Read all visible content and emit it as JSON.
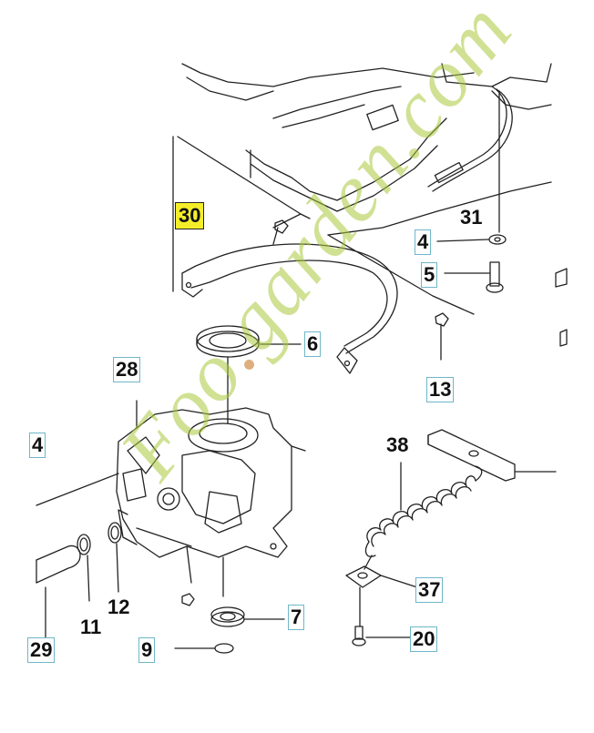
{
  "diagram": {
    "title": "Exploded parts diagram - gearbox housing assembly",
    "callouts": [
      {
        "id": "4a",
        "label": "4"
      },
      {
        "id": "4b",
        "label": "4"
      },
      {
        "id": "5",
        "label": "5"
      },
      {
        "id": "6",
        "label": "6"
      },
      {
        "id": "7",
        "label": "7"
      },
      {
        "id": "9",
        "label": "9"
      },
      {
        "id": "11",
        "label": "11"
      },
      {
        "id": "12",
        "label": "12"
      },
      {
        "id": "13",
        "label": "13"
      },
      {
        "id": "20",
        "label": "20"
      },
      {
        "id": "28",
        "label": "28"
      },
      {
        "id": "29",
        "label": "29"
      },
      {
        "id": "30",
        "label": "30"
      },
      {
        "id": "31",
        "label": "31"
      },
      {
        "id": "37",
        "label": "37"
      },
      {
        "id": "38",
        "label": "38"
      }
    ],
    "watermark": {
      "pre": "Foo",
      "dot": ".",
      "post": "garden.com"
    },
    "colors": {
      "line": "#222222",
      "highlight": "#f4ee2a",
      "box": "#6fb7c8"
    }
  }
}
